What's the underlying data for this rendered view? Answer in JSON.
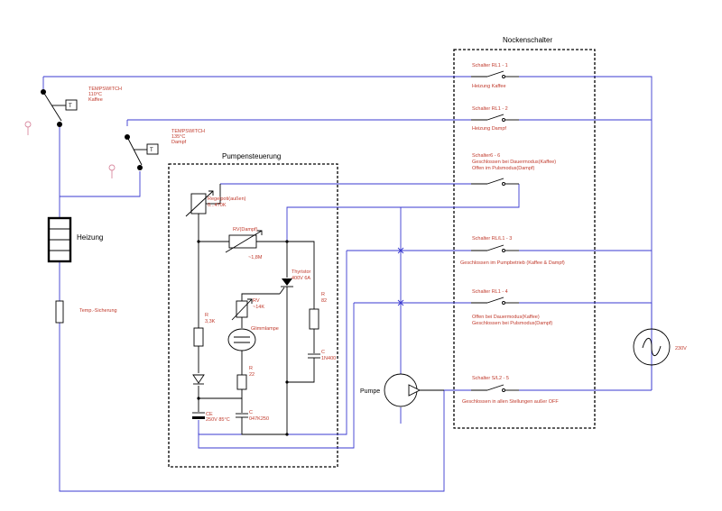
{
  "boxes": {
    "nockenschalter": "Nockenschalter",
    "pumpensteuerung": "Pumpensteuerung"
  },
  "tempswitch1": [
    "TEMPSWITCH",
    "110°C",
    "Kaffee"
  ],
  "tempswitch2": [
    "TEMPSWITCH",
    "135°C",
    "Dampf"
  ],
  "t_label": "T",
  "heizung": "Heizung",
  "sicherung": "Temp.-Sicherung",
  "pumpe": "Pumpe",
  "supply": "230V",
  "components": {
    "poti": [
      "Regelpoti(außen)",
      "0...470K"
    ],
    "rv_dampf": [
      "RV(Dampf)",
      "~1,8M"
    ],
    "thyristor": [
      "Thyristor",
      "400V 6A"
    ],
    "rv_14k": [
      "RV",
      "~14K"
    ],
    "glimm": "Glimmlampe",
    "r33": [
      "R",
      "3,3K"
    ],
    "r22": [
      "R",
      "22"
    ],
    "r82": [
      "R",
      "82"
    ],
    "c_ce": [
      "CE",
      "250V 85°C"
    ],
    "c_047": [
      "C",
      "047K250"
    ],
    "c_1n": [
      "C",
      "1N400"
    ]
  },
  "switches": [
    [
      "Schalter RL1 - 1",
      "Heizung Kaffee"
    ],
    [
      "Schalter RL1 - 2",
      "Heizung Dampf"
    ],
    [
      "Schalter6 - 6",
      "Geschlossen bei Dauermodus(Kaffee)",
      "Offen im Pulsmodus(Dampf)"
    ],
    [
      "Schalter RL/L1 - 3",
      "Geschlossen im Pumpbetrieb (Kaffee & Dampf)"
    ],
    [
      "Schalter RL1 - 4",
      "Offen bei Dauermodus(Kaffee)",
      "Geschlossen bei Pulsmodus(Dampf)"
    ],
    [
      "Schalter S/L2 - 5",
      "Geschlossen in allen Stellungen außer OFF"
    ]
  ],
  "colors": {
    "wire": "#3a3ad0",
    "label": "#c0392b",
    "component": "#000000"
  }
}
